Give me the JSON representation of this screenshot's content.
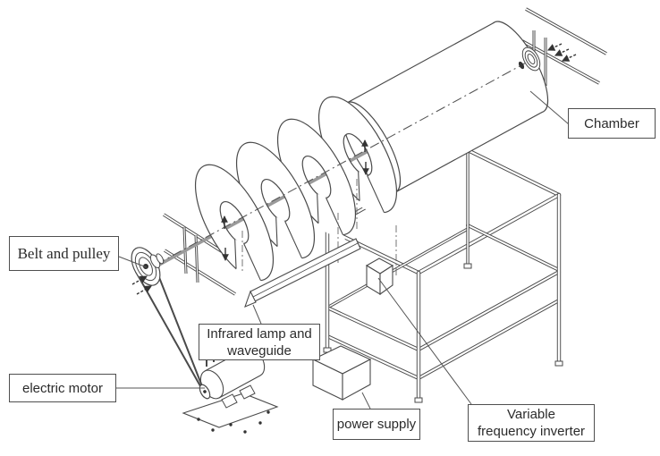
{
  "figure": {
    "background": "#ffffff",
    "line_color": "#4a4a4a",
    "shaft_color": "#9a9a9a",
    "label_border": "#4f4f4f",
    "label_text": "#2b2b2b",
    "labels": {
      "belt_pulley": {
        "text": "Belt and pulley"
      },
      "chamber": {
        "text": "Chamber"
      },
      "infrared": {
        "line1": "Infrared lamp and",
        "line2": "waveguide"
      },
      "electric_motor": {
        "text": "electric motor"
      },
      "power_supply": {
        "text": "power supply"
      },
      "inverter": {
        "line1": "Variable",
        "line2": "frequency inverter"
      }
    },
    "components": [
      "chamber-cylinder",
      "screw-conveyor",
      "drive-shaft-axis",
      "belt",
      "drive-pulley",
      "electric-motor",
      "motor-base-plate",
      "support-frame",
      "waveguide-bar",
      "power-supply-box",
      "variable-frequency-inverter-box",
      "bearing-support-left",
      "bearing-support-right"
    ]
  }
}
